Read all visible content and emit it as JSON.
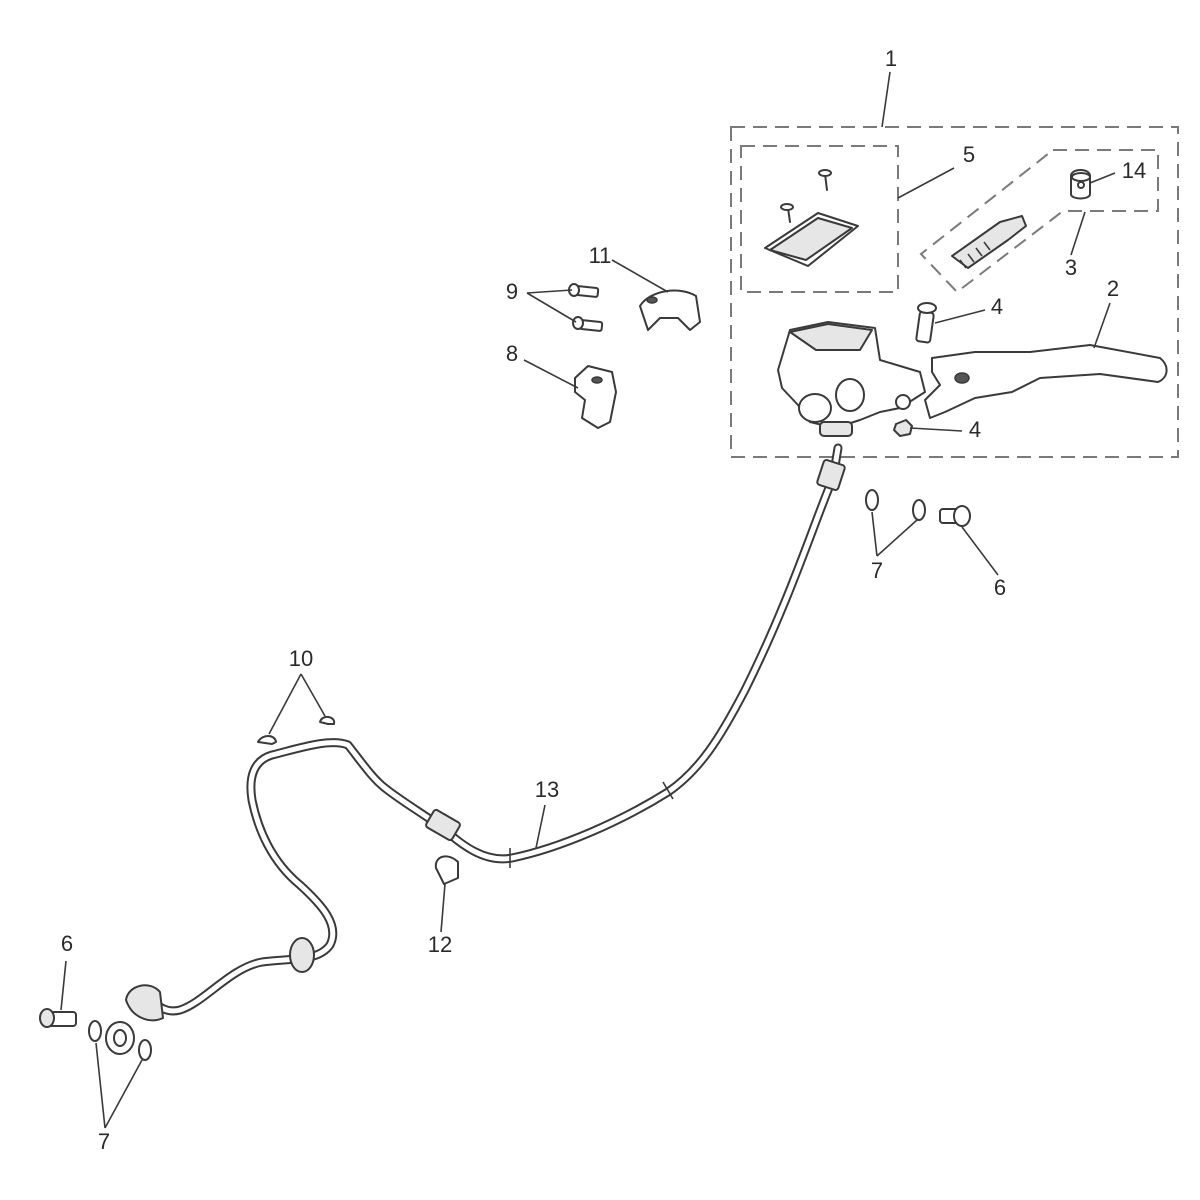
{
  "callouts": {
    "c1": "1",
    "c2": "2",
    "c3": "3",
    "c4a": "4",
    "c4b": "4",
    "c5": "5",
    "c6a": "6",
    "c6b": "6",
    "c7a": "7",
    "c7b": "7",
    "c8": "8",
    "c9": "9",
    "c10": "10",
    "c11": "11",
    "c12": "12",
    "c13": "13",
    "c14": "14"
  }
}
